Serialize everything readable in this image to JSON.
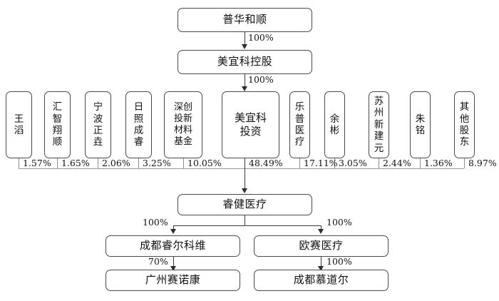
{
  "chart": {
    "type": "org-ownership-chart",
    "title": "",
    "top_chain": [
      {
        "id": "puhuaheshun",
        "label": "普华和顺",
        "edge_to_next": "100%"
      },
      {
        "id": "meiyike-holding",
        "label": "美宜科控股",
        "edge_to_next": "100%"
      }
    ],
    "shareholders": [
      {
        "id": "wangtao",
        "label": "王滔",
        "pct": "1.57%"
      },
      {
        "id": "huizhixiangshun",
        "label": "汇智翔顺",
        "pct": "1.65%"
      },
      {
        "id": "ningbozhengyao",
        "label": "宁波正垚",
        "pct": "2.06%"
      },
      {
        "id": "rizhaochengrui",
        "label": "日照成睿",
        "pct": "3.25%"
      },
      {
        "id": "shenchuangtou",
        "label": "深创投新材料基金",
        "pct": "10.05%"
      },
      {
        "id": "meiyike-invest",
        "label": "美宜科投资",
        "pct": "48.49%"
      },
      {
        "id": "lepu-medical",
        "label": "乐普医疗",
        "pct": "17.11%"
      },
      {
        "id": "yubin",
        "label": "余彬",
        "pct": "3.05%"
      },
      {
        "id": "suzhouxinjianyuan",
        "label": "苏州新建元",
        "pct": "2.44%"
      },
      {
        "id": "zhuming",
        "label": "朱铭",
        "pct": "1.36%"
      },
      {
        "id": "other",
        "label": "其他股东",
        "pct": "8.97%"
      }
    ],
    "center": {
      "id": "ruijian-medical",
      "label": "睿健医疗"
    },
    "subsidiaries": [
      {
        "id": "chengdu-ruier-kewei",
        "label": "成都睿尔科维",
        "pct": "100%"
      },
      {
        "id": "ousai-medical",
        "label": "欧赛医疗",
        "pct": "100%"
      }
    ],
    "grandchildren": [
      {
        "id": "guangzhou-sainuokang",
        "label": "广州赛诺康",
        "pct": "70%",
        "parent": "chengdu-ruier-kewei"
      },
      {
        "id": "chengdu-mudaoer",
        "label": "成都慕道尔",
        "pct": "100%",
        "parent": "ousai-medical"
      }
    ],
    "colors": {
      "background": "#ffffff",
      "box_border": "#4a4a4a",
      "connector": "#3a3a3a",
      "bus_line": "#9a9a9a",
      "text": "#111111"
    }
  }
}
